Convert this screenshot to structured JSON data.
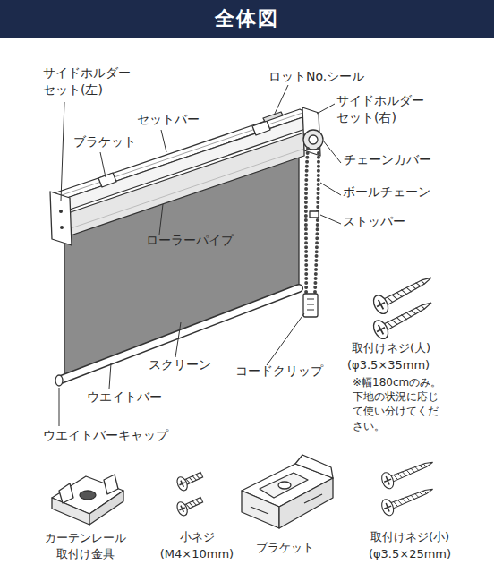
{
  "diagram": {
    "title": "全体図",
    "labels": [
      "サイドホルダー セット(左)",
      "ロットNo.シール",
      "サイドホルダー セット(右)",
      "セットバー",
      "ブラケット",
      "チェーンカバー",
      "ボールチェーン",
      "ストッパー",
      "ローラーパイプ",
      "取付けネジ(大)",
      "(φ3.5×35mm)",
      "※幅180cmのみ。 下地の状況に応じ て使い分けてくだ さい。",
      "スクリーン",
      "コードクリップ",
      "ウエイトバー",
      "ウエイトバーキャップ",
      "カーテンレール 取付け金具",
      "小ネジ",
      "(M4×10mm)",
      "ブラケット",
      "取付けネジ(小)",
      "(φ3.5×25mm)"
    ]
  }
}
